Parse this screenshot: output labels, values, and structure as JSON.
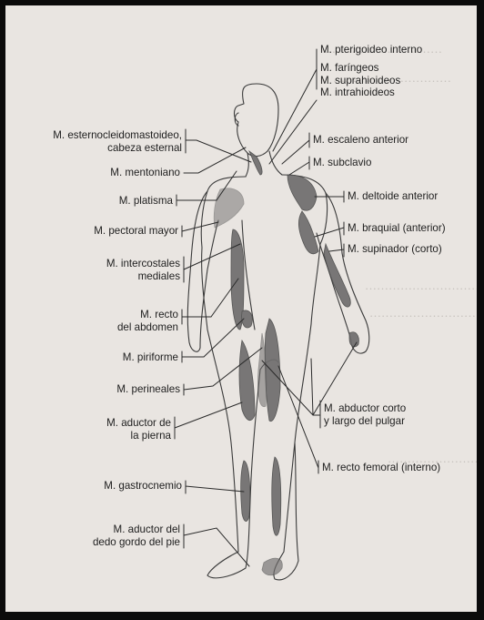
{
  "labels_left": [
    {
      "id": "esternocleido",
      "text": "M. esternocleidomastoideo,\ncabeza esternal"
    },
    {
      "id": "mentoniano",
      "text": "M. mentoniano"
    },
    {
      "id": "platisma",
      "text": "M. platisma"
    },
    {
      "id": "pectoral",
      "text": "M. pectoral mayor"
    },
    {
      "id": "intercostales",
      "text": "M. intercostales\nmediales"
    },
    {
      "id": "recto-abdomen",
      "text": "M. recto\ndel abdomen"
    },
    {
      "id": "piriforme",
      "text": "M. piriforme"
    },
    {
      "id": "perineales",
      "text": "M. perineales"
    },
    {
      "id": "aductor-pierna",
      "text": "M. aductor de\nla pierna"
    },
    {
      "id": "gastrocnemio",
      "text": "M. gastrocnemio"
    },
    {
      "id": "aductor-dedo",
      "text": "M. aductor del\ndedo gordo del pie"
    }
  ],
  "labels_right": [
    {
      "id": "pterigoideo",
      "text": "M. pterigoideo interno"
    },
    {
      "id": "faringeos",
      "text": "M. faríngeos\nM. suprahioideos\nM. intrahioideos"
    },
    {
      "id": "escaleno",
      "text": "M. escaleno anterior"
    },
    {
      "id": "subclavio",
      "text": "M. subclavio"
    },
    {
      "id": "deltoide",
      "text": "M. deltoide anterior"
    },
    {
      "id": "braquial",
      "text": "M. braquial (anterior)"
    },
    {
      "id": "supinador",
      "text": "M. supinador (corto)"
    },
    {
      "id": "abductor-pulgar",
      "text": "M. abductor corto\ny largo del pulgar"
    },
    {
      "id": "recto-femoral",
      "text": "M. recto femoral (interno)"
    }
  ],
  "colors": {
    "frame": "#0b0b0b",
    "paper": "#e9e5e1",
    "ink": "#1e1e1e",
    "muscle": "#6f6d6d",
    "outline": "#3a3a3a"
  }
}
